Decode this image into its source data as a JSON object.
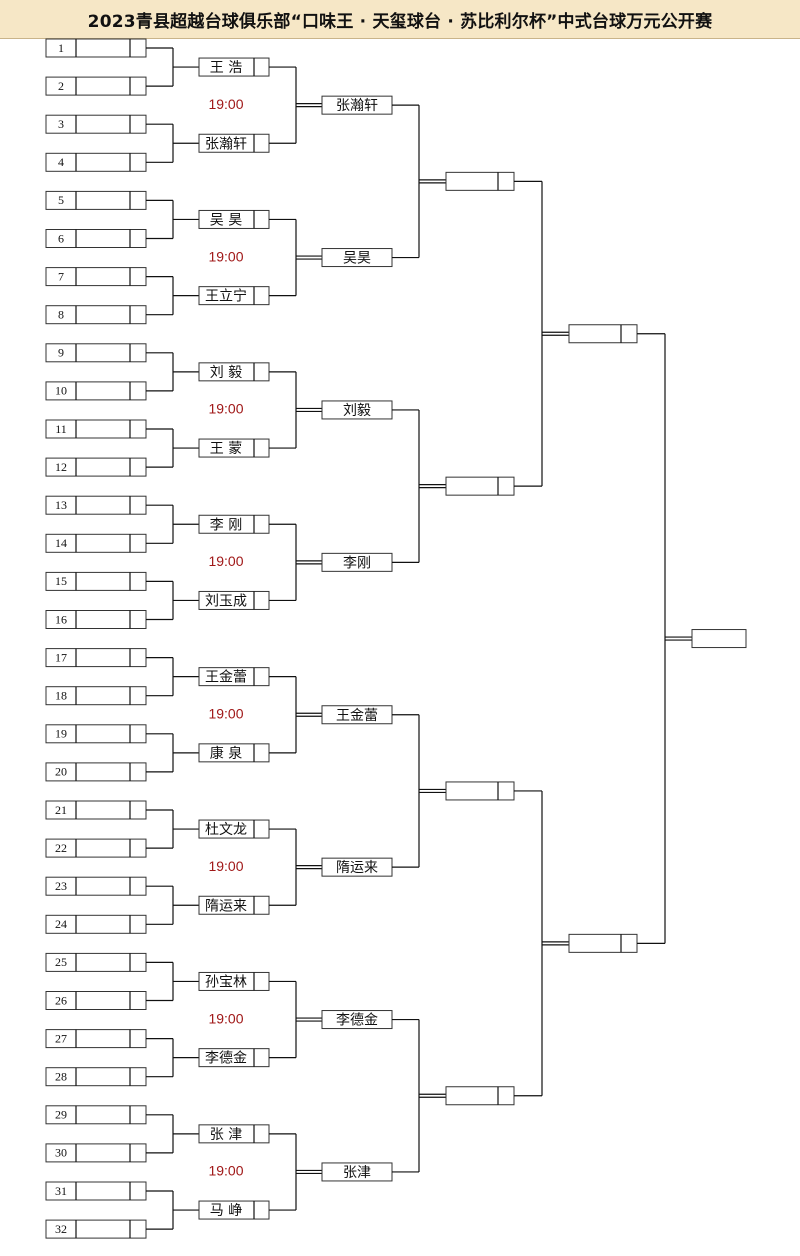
{
  "title": "2023青县超越台球俱乐部“口味王 · 天玺球台 · 苏比利尔杯”中式台球万元公开赛",
  "time_label": "19:00",
  "slots": [
    "1",
    "2",
    "3",
    "4",
    "5",
    "6",
    "7",
    "8",
    "9",
    "10",
    "11",
    "12",
    "13",
    "14",
    "15",
    "16",
    "17",
    "18",
    "19",
    "20",
    "21",
    "22",
    "23",
    "24",
    "25",
    "26",
    "27",
    "28",
    "29",
    "30",
    "31",
    "32"
  ],
  "round2": [
    "王 浩",
    "张瀚轩",
    "吴 昊",
    "王立宁",
    "刘 毅",
    "王 蒙",
    "李 刚",
    "刘玉成",
    "王金蕾",
    "康 泉",
    "杜文龙",
    "隋运来",
    "孙宝林",
    "李德金",
    "张 津",
    "马 峥"
  ],
  "round3": [
    "张瀚轩",
    "吴昊",
    "刘毅",
    "李刚",
    "王金蕾",
    "隋运来",
    "李德金",
    "张津"
  ],
  "round4": [
    "",
    "",
    "",
    ""
  ],
  "round5": [
    "",
    ""
  ],
  "final": [
    ""
  ]
}
